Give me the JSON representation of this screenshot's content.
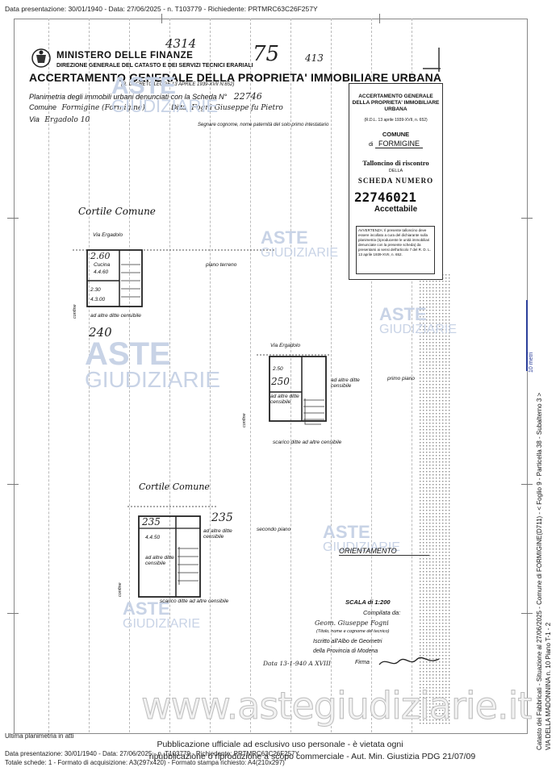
{
  "header": {
    "top_line": "Data presentazione: 30/01/1940 - Data: 27/06/2025 - n. T103779 - Richiedente: PRTMRC63C26F257Y"
  },
  "form": {
    "ministero": "MINISTERO DELLE FINANZE",
    "direzione": "DIREZIONE GENERALE DEL CATASTO E DEI SERVIZI TECNICI ERARIALI",
    "accertamento": "ACCERTAMENTO GENERALE DELLA PROPRIETA' IMMOBILIARE URBANA",
    "decreto": "(R. DECRETO LEGGE 13 APRILE 1939-XVII N.652)",
    "planimetria_label": "Planimetria degli immobili urbani denunciati con la Scheda N°",
    "scheda_hand": "22746",
    "comune_label": "Comune",
    "comune_hand": "Formigine (Formigine)",
    "ditta_label": "Ditta",
    "ditta_hand": "Fogni Giuseppe fu Pietro",
    "via_label": "Via",
    "via_hand": "Ergadolo 10",
    "segnare": "Segnare cognome, nome paternità del solo primo intestatario",
    "hand_4314": "4314",
    "hand_75": "75",
    "hand_413": "413"
  },
  "stub": {
    "title": "ACCERTAMENTO GENERALE DELLA PROPRIETA' IMMOBILIARE URBANA",
    "decreto": "(R.D.L. 13 aprile 1939-XVII, n. 652)",
    "comune_label": "COMUNE",
    "di": "di",
    "comune_value": "FORMIGINE",
    "tagliando": "Talloncino di riscontro",
    "della": "DELLA",
    "scheda_numero": "SCHEDA NUMERO",
    "numero": "22746021",
    "accettabile": "Accettabile",
    "avvertenza": "AVVERTENZA: Il presente talloncino deve essere incollato a cura del dichiarante sulla planimetria (riproducente le unità immobiliari denunciate con la presente scheda) da presentarsi ai sensi dell'articolo 7 del R. D. L. 13 aprile 1939-XVII, n. 652."
  },
  "plan": {
    "cortile_comune_1": "Cortile Comune",
    "via_ergadolo_1": "Via Ergadolo",
    "h260": "2.60",
    "cucina": "Cucina",
    "m460": "4.4.60",
    "h230": "2.30",
    "m300": "4.3.00",
    "piano_terreno": "piano terreno",
    "altre_ditte_1": "ad altre ditte censibile",
    "n240": "240",
    "via_ergadolo_2": "Via Ergadolo",
    "h250a": "2.50",
    "n250": "250",
    "altre_ditte_2": "ad altre ditte censibile",
    "primo_piano": "primo piano",
    "scala_altra": "scarico ditte ad altre censibile",
    "cortile_comune_2": "Cortile Comune",
    "n235a": "235",
    "n235b": "235",
    "m450": "4.4.50",
    "secondo_piano": "secondo piano",
    "altre_ditte_3": "ad altre ditte censibile",
    "orientamento": "ORIENTAMENTO",
    "scala": "SCALA di 1:200",
    "compilata": "Compilata da:",
    "compilatore": "Geom. Giuseppe Fogni",
    "nome_tecnico": "(Titolo, nome e cognome del tecnico)",
    "iscritto": "Iscritto all'Albo de Geometri",
    "provincia": "della Provincia di Modena",
    "data_firma": "Data 13-1-940 A XVIII",
    "firma": "Firma"
  },
  "watermarks": {
    "aste": "ASTE",
    "giudiziarie": "GIUDIZIARIE",
    "site": "www.astegiudiziarie.it"
  },
  "side": {
    "line1": "Catasto dei Fabbricati - Situazione al 27/06/2025 - Comune di FORMIGINE(D711) - < Foglio 9 - Particella 38 - Subalterno 3 >",
    "line2": "VIA DELLA MADONNINA n. 10 Piano T-1 - 2",
    "scale": "10 metri"
  },
  "footer": {
    "ultima": "Ultima planimetria in atti",
    "pubblicazione1": "Pubblicazione ufficiale ad esclusivo uso personale - è vietata ogni",
    "pubblicazione2": "ripubblicazione o riproduzione a scopo commerciale - Aut. Min. Giustizia PDG 21/07/09",
    "data_line": "Data presentazione: 30/01/1940 - Data: 27/06/2025 - n. T103779 - Richiedente: PRTMRC63C26F257Y",
    "totale": "Totale schede: 1 - Formato di acquisizione: A3(297x420) - Formato stampa richiesto: A4(210x297)"
  }
}
